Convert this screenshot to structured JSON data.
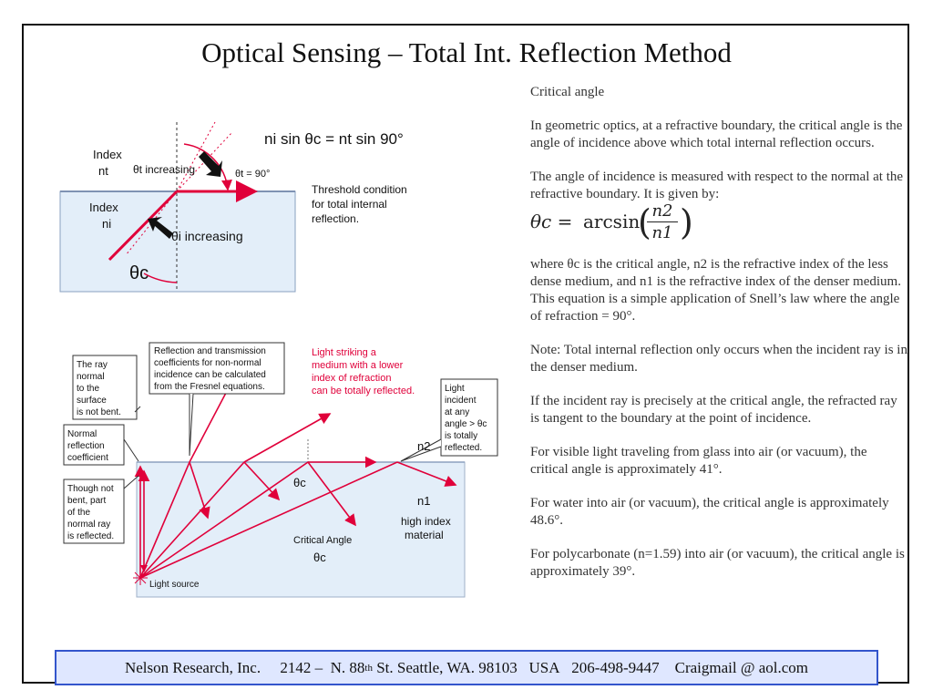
{
  "title": "Optical Sensing – Total Int. Reflection Method",
  "right_text": {
    "heading": "Critical angle",
    "para1": "In geometric optics, at a refractive boundary, the critical angle is the angle of incidence above which total internal reflection occurs.",
    "para2": "The angle of incidence is measured with respect to the normal at the refractive boundary. It is given by:",
    "formula": {
      "lhs": "θc =",
      "fn": "arcsin",
      "numerator": "n2",
      "denominator": "n1"
    },
    "para3": "where θc is the critical angle, n2 is the refractive index of the less dense medium, and n1 is the refractive index of the denser medium. This equation is a simple application of Snell’s law where the angle of refraction = 90°.",
    "para4": "Note: Total internal reflection only occurs when the incident ray is in the denser medium.",
    "para5": "If the incident ray is precisely at the critical angle, the refracted ray is tangent to the boundary at the point of incidence.",
    "para6": "For visible light traveling from glass into air (or vacuum), the critical angle is approximately 41°.",
    "para7": "For water into air (or vacuum), the critical angle is approximately 48.6°.",
    "para8": "For polycarbonate (n=1.59) into air (or vacuum), the critical angle is approximately 39°."
  },
  "top_diagram": {
    "equation": "ni sin θc = nt sin 90°",
    "index_t_label": "Index",
    "index_t_sym": "nt",
    "index_i_label": "Index",
    "index_i_sym": "ni",
    "theta_t_increasing": "θt increasing",
    "theta_t_90": "θt = 90°",
    "theta_i_increasing": "θi increasing",
    "theta_c": "θc",
    "threshold_line1": "Threshold condition",
    "threshold_line2": "for total internal",
    "threshold_line3": "reflection.",
    "colors": {
      "medium": "#e3eef9",
      "ray": "#e0003a",
      "arc": "#e0003a"
    }
  },
  "bottom_diagram": {
    "ray_normal_box": [
      "The ray",
      "normal",
      "to the",
      "surface",
      "is not bent."
    ],
    "fresnel_box": [
      "Reflection and transmission",
      "coefficients for  non-normal",
      "incidence can be calculated",
      "from the Fresnel equations."
    ],
    "light_striking": [
      "Light striking a",
      "medium with a lower",
      "index of refraction",
      "can be totally reflected."
    ],
    "light_incident_box": [
      "Light",
      "incident",
      "at any",
      "angle > θc",
      "is totally",
      "reflected."
    ],
    "normal_reflection_box": [
      "Normal",
      "reflection",
      "coefficient"
    ],
    "though_not_bent_box": [
      "Though not",
      "bent, part",
      "of the",
      "normal ray",
      "is reflected."
    ],
    "n2": "n2",
    "theta_c": "θc",
    "n1": "n1",
    "high_index_material": [
      "high index",
      "material"
    ],
    "critical_angle": "Critical Angle",
    "critical_theta": "θc",
    "light_source": "Light source",
    "colors": {
      "medium": "#e3eef9",
      "ray": "#e0003a",
      "light_striking_text": "#e0003a"
    }
  },
  "footer": {
    "company": "Nelson Research, Inc.",
    "address_pre": "2142 –  N. 88",
    "address_sup": "th",
    "address_post": " St. Seattle, WA. 98103   USA",
    "phone": "206-498-9447",
    "email": "Craigmail @ aol.com"
  }
}
